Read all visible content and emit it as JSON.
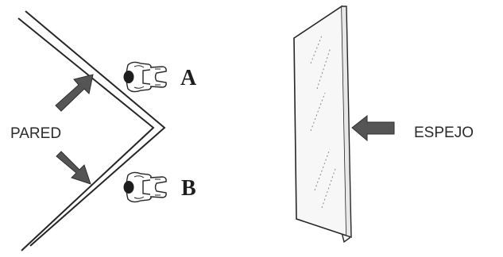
{
  "labels": {
    "wall": "PARED",
    "mirror": "ESPEJO",
    "person_a": "A",
    "person_b": "B"
  },
  "colors": {
    "ink": "#262626",
    "arrow_fill": "#555555",
    "glass": "#f4f4f4",
    "background": "#ffffff"
  },
  "icons": {
    "person_a": "person-topview-icon",
    "person_b": "person-topview-icon",
    "wall_arrows": "thick-arrow-icon",
    "mirror_arrow": "thick-arrow-icon"
  }
}
